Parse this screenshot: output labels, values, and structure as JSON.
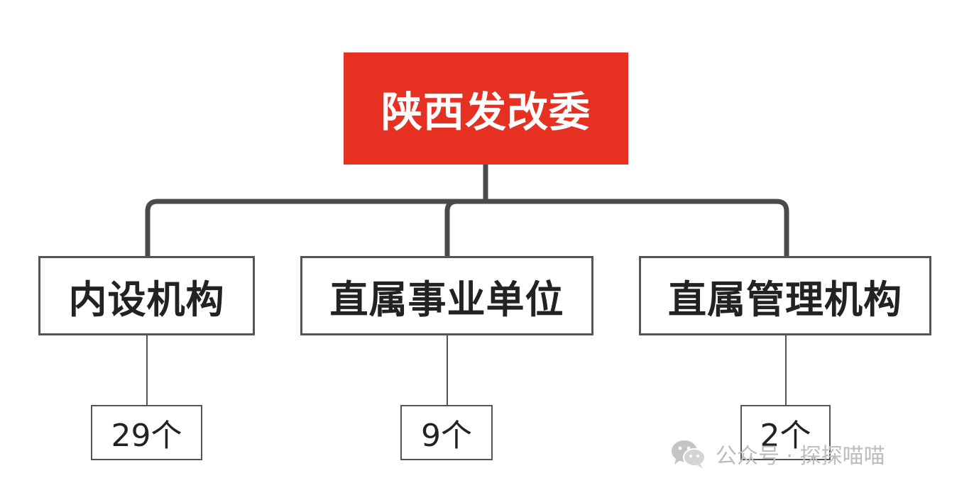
{
  "root": {
    "label": "陕西发改委"
  },
  "branches": [
    {
      "label": "内设机构",
      "count": "29个"
    },
    {
      "label": "直属事业单位",
      "count": "9个"
    },
    {
      "label": "直属管理机构",
      "count": "2个"
    }
  ],
  "watermark": {
    "text": "公众号 · 探探喵喵",
    "icon": "wechat-icon"
  },
  "colors": {
    "root_fill": "#e63022",
    "root_text": "#ffffff",
    "border": "#555555",
    "connector": "#4a4a4a",
    "watermark": "#bdbdbd"
  }
}
